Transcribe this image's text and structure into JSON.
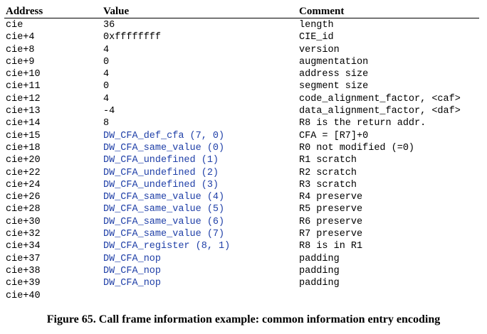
{
  "headers": {
    "address": "Address",
    "value": "Value",
    "comment": "Comment"
  },
  "rows": [
    {
      "address": "cie",
      "value": "36",
      "comment": "length",
      "value_link": false
    },
    {
      "address": "cie+4",
      "value": "0xffffffff",
      "comment": "CIE_id",
      "value_link": false
    },
    {
      "address": "cie+8",
      "value": "4",
      "comment": "version",
      "value_link": false
    },
    {
      "address": "cie+9",
      "value": "0",
      "comment": "augmentation",
      "value_link": false
    },
    {
      "address": "cie+10",
      "value": "4",
      "comment": "address size",
      "value_link": false
    },
    {
      "address": "cie+11",
      "value": "0",
      "comment": "segment size",
      "value_link": false
    },
    {
      "address": "cie+12",
      "value": "4",
      "comment": "code_alignment_factor, <caf>",
      "value_link": false
    },
    {
      "address": "cie+13",
      "value": "-4",
      "comment": "data_alignment_factor, <daf>",
      "value_link": false
    },
    {
      "address": "cie+14",
      "value": "8",
      "comment": "R8 is the return addr.",
      "value_link": false
    },
    {
      "address": "cie+15",
      "value": "DW_CFA_def_cfa (7, 0)",
      "comment": "CFA = [R7]+0",
      "value_link": true
    },
    {
      "address": "cie+18",
      "value": "DW_CFA_same_value (0)",
      "comment": "R0 not modified (=0)",
      "value_link": true
    },
    {
      "address": "cie+20",
      "value": "DW_CFA_undefined (1)",
      "comment": "R1 scratch",
      "value_link": true
    },
    {
      "address": "cie+22",
      "value": "DW_CFA_undefined (2)",
      "comment": "R2 scratch",
      "value_link": true
    },
    {
      "address": "cie+24",
      "value": "DW_CFA_undefined (3)",
      "comment": "R3 scratch",
      "value_link": true
    },
    {
      "address": "cie+26",
      "value": "DW_CFA_same_value (4)",
      "comment": "R4 preserve",
      "value_link": true
    },
    {
      "address": "cie+28",
      "value": "DW_CFA_same_value (5)",
      "comment": "R5 preserve",
      "value_link": true
    },
    {
      "address": "cie+30",
      "value": "DW_CFA_same_value (6)",
      "comment": "R6 preserve",
      "value_link": true
    },
    {
      "address": "cie+32",
      "value": "DW_CFA_same_value (7)",
      "comment": "R7 preserve",
      "value_link": true
    },
    {
      "address": "cie+34",
      "value": "DW_CFA_register (8, 1)",
      "comment": "R8 is in R1",
      "value_link": true
    },
    {
      "address": "cie+37",
      "value": "DW_CFA_nop",
      "comment": "padding",
      "value_link": true
    },
    {
      "address": "cie+38",
      "value": "DW_CFA_nop",
      "comment": "padding",
      "value_link": true
    },
    {
      "address": "cie+39",
      "value": "DW_CFA_nop",
      "comment": "padding",
      "value_link": true
    },
    {
      "address": "cie+40",
      "value": "",
      "comment": "",
      "value_link": false
    }
  ],
  "caption": "Figure 65. Call frame information example: common information entry encoding",
  "colors": {
    "link": "#2040a8",
    "text": "#000000"
  }
}
